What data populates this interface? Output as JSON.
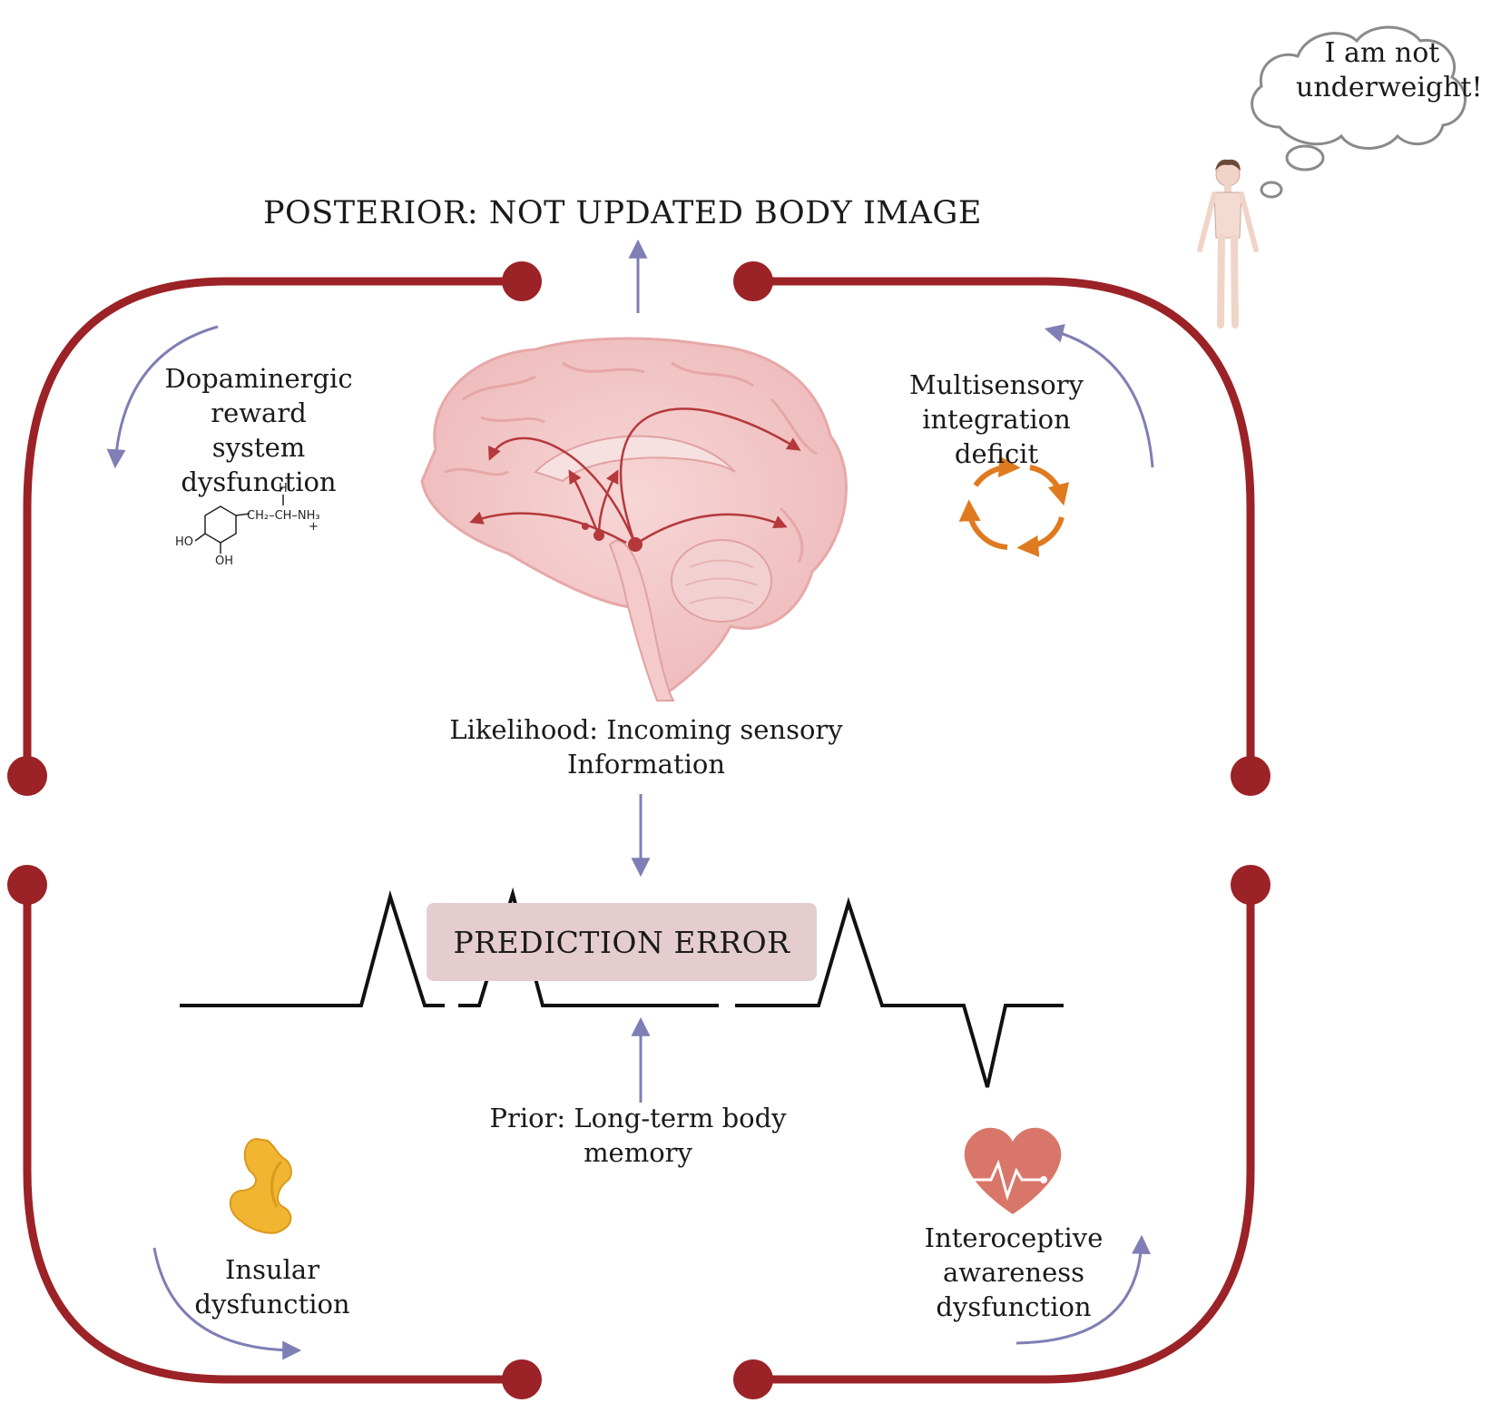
{
  "title": "POSTERIOR: NOT UPDATED BODY IMAGE",
  "thought": "I am not underweight!",
  "prediction_error": "PREDICTION ERROR",
  "likelihood": "Likelihood: Incoming sensory Information",
  "prior": "Prior: Long-term body memory",
  "dysfunctions": {
    "dopaminergic": "Dopaminergic reward system dysfunction",
    "multisensory": "Multisensory integration deficit",
    "insular": "Insular dysfunction",
    "interoceptive": "Interoceptive awareness dysfunction"
  },
  "chemical": {
    "h": "H",
    "chain": "CH₂–CH–NH₃",
    "plus": "+",
    "ho": "HO",
    "oh": "OH"
  },
  "colors": {
    "loop": "#9b2226",
    "arrow": "#7f7fb5",
    "brain": "#f2c4c4",
    "cycle": "#e07a1f",
    "heart": "#d9766a",
    "insula": "#f2b531",
    "box": "#e5cdcf"
  },
  "icons": [
    "brain-icon",
    "person-icon",
    "thought-cloud-icon",
    "dopamine-molecule-icon",
    "cycle-arrows-icon",
    "heart-pulse-icon",
    "insula-icon"
  ]
}
